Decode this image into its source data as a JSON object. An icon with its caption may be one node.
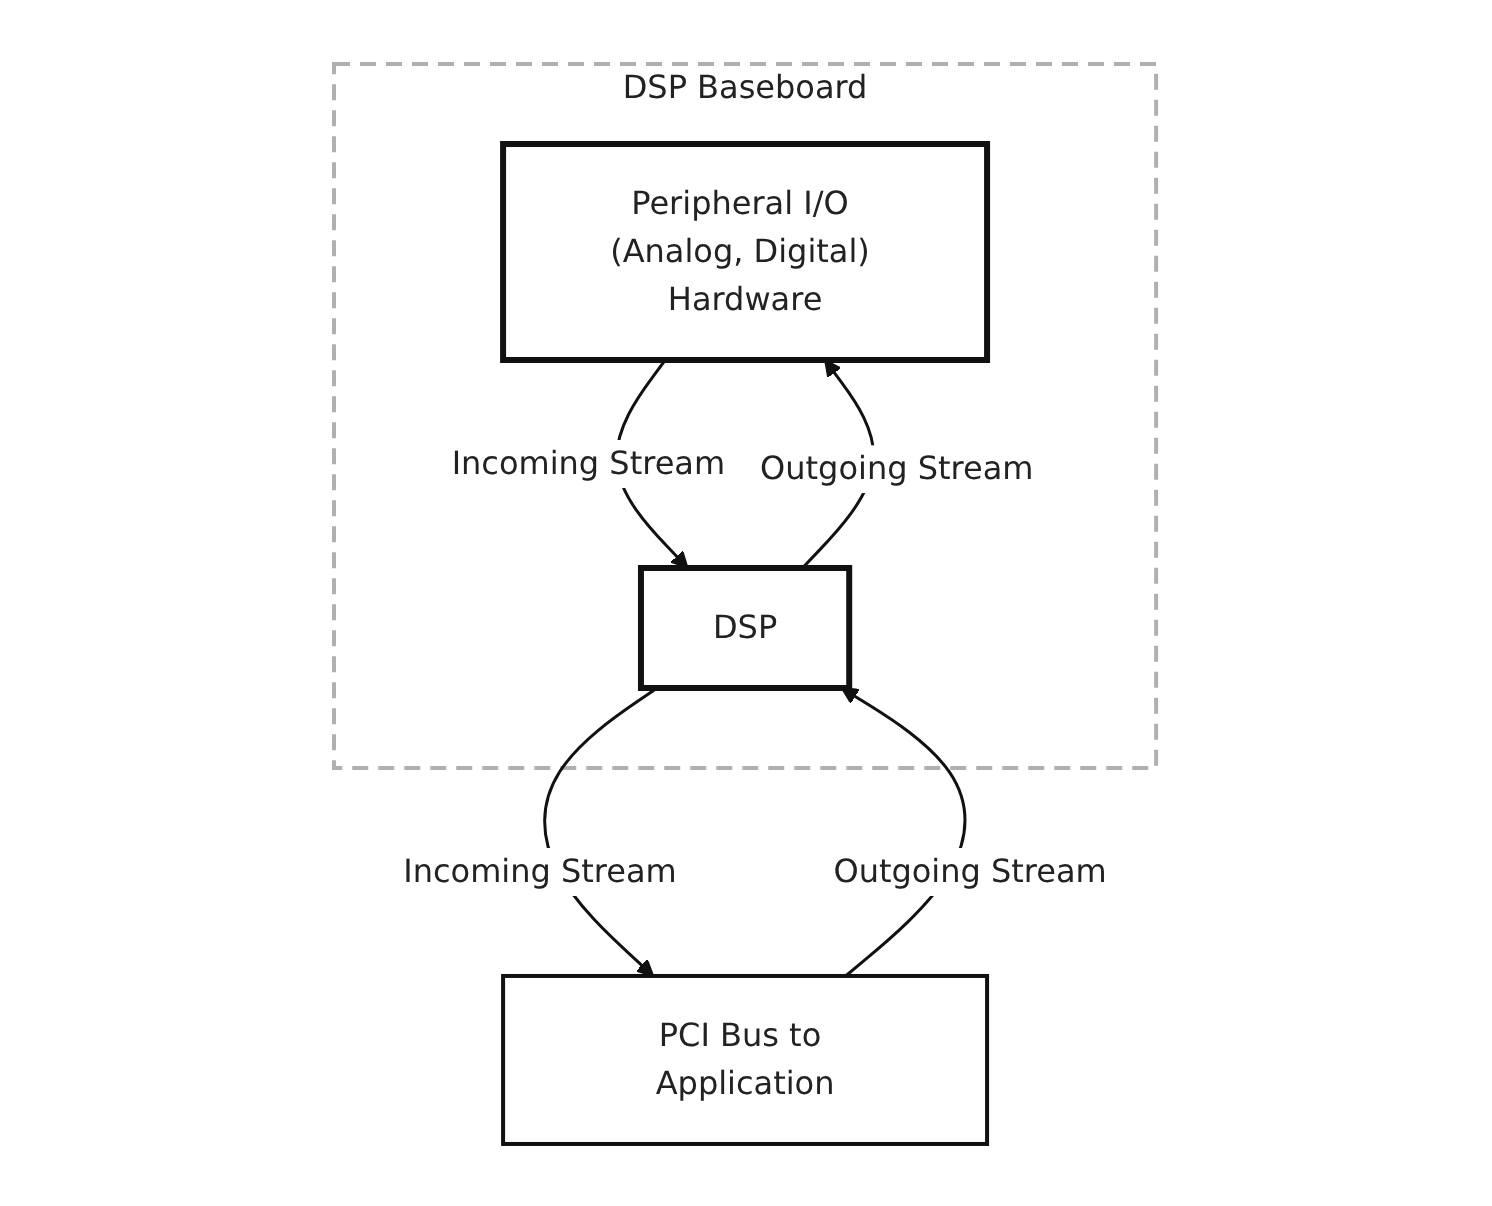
{
  "diagram": {
    "nodes": [
      {
        "text": [
          "DSP Baseboard"
        ]
      },
      {
        "text": [
          "Peripheral I/O (Analog, Digital) Hardware"
        ],
        "in": 0
      },
      {
        "text": [
          "DSP"
        ],
        "in": 0
      },
      {
        "text": [
          "PCI Bus to Application"
        ]
      }
    ],
    "edges": [
      {
        "from": 2,
        "to": 1,
        "arrow": "to",
        "label": "Outgoing Stream"
      },
      {
        "from": 1,
        "to": 2,
        "arrow": "to",
        "label": "Incoming Stream"
      },
      {
        "from": 2,
        "to": 3,
        "arrow": "to",
        "label": "Incoming Stream"
      },
      {
        "from": 3,
        "to": 2,
        "arrow": "to",
        "label": "Outgoing Stream"
      }
    ]
  }
}
